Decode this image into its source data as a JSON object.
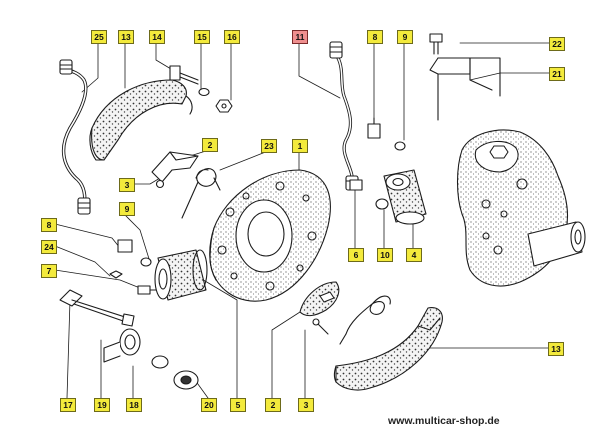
{
  "callouts": [
    "25",
    "13",
    "14",
    "15",
    "16",
    "11",
    "8",
    "9",
    "22",
    "21",
    "2",
    "23",
    "1",
    "3",
    "9",
    "8",
    "24",
    "7",
    "17",
    "19",
    "18",
    "20",
    "5",
    "2",
    "3",
    "6",
    "10",
    "4",
    "13"
  ],
  "footer": {
    "url": "www.multicar-shop.de"
  },
  "colors": {
    "tag_fill": "#f3ea3c",
    "tag_highlight": "#ef8f8f",
    "ink": "#1c1c1c"
  }
}
